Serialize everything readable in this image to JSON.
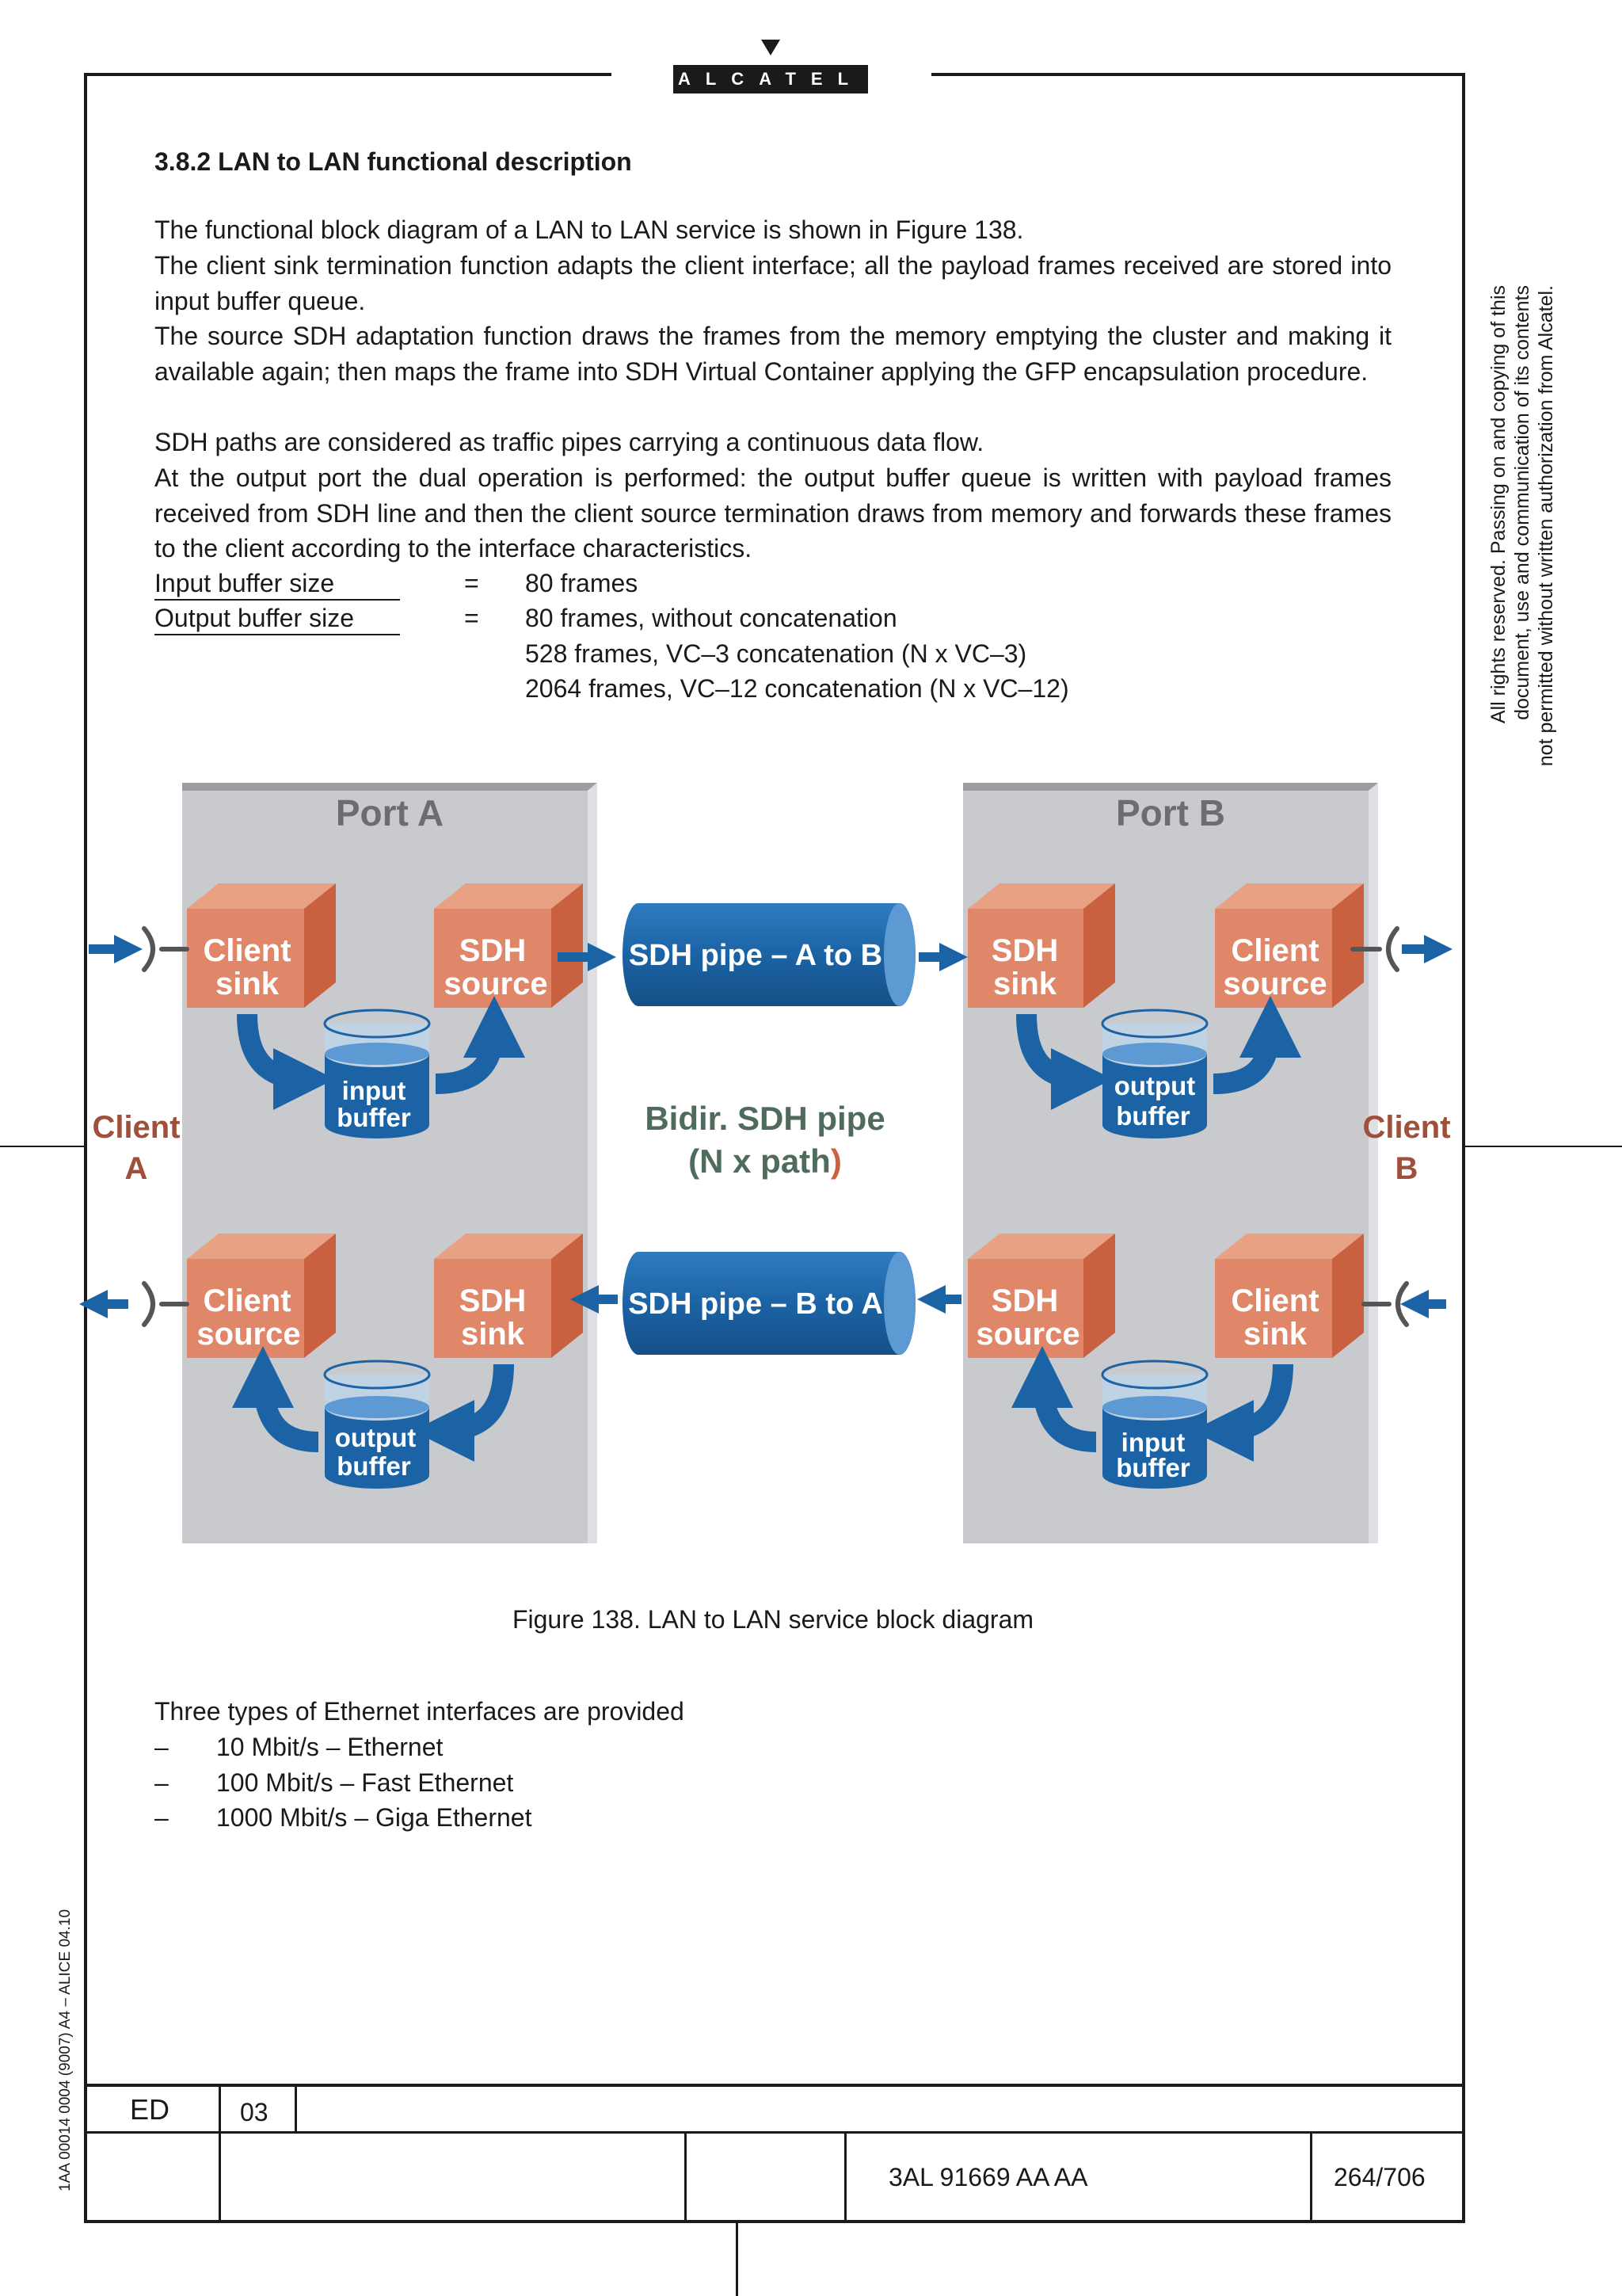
{
  "logo": "ALCATEL",
  "section": {
    "heading": "3.8.2  LAN to LAN functional description",
    "paragraphs": [
      "The functional block diagram of a LAN to LAN service is shown in Figure 138.",
      "The client sink termination function adapts the client interface; all the payload frames received are stored into input buffer queue.",
      "The source SDH adaptation function draws the frames from the memory emptying the cluster and making it available again; then maps the frame into SDH Virtual Container applying the GFP encapsulation procedure.",
      "SDH paths are considered as traffic pipes carrying a continuous data flow.",
      "At the output port the dual operation is performed: the output buffer queue is written with payload frames received from SDH line and then the client source termination draws from memory and forwards these frames to the client according to the interface characteristics."
    ],
    "buffer_sizes": {
      "input_label": "Input buffer size",
      "output_label": "Output buffer size",
      "equals": "=",
      "input_value": "80 frames",
      "output_values": [
        "80 frames, without concatenation",
        "528 frames, VC–3 concatenation (N x VC–3)",
        "2064 frames, VC–12 concatenation (N x VC–12)"
      ]
    }
  },
  "diagram": {
    "port_a": "Port A",
    "port_b": "Port B",
    "client_a": [
      "Client",
      "A"
    ],
    "client_b": [
      "Client",
      "B"
    ],
    "center_label": [
      "Bidir. SDH pipe",
      "(N x path",
      ")"
    ],
    "pipe_a_to_b": "SDH pipe – A to B",
    "pipe_b_to_a": "SDH pipe – B to A",
    "blocks": {
      "a_client_sink": [
        "Client",
        "sink"
      ],
      "a_sdh_source": [
        "SDH",
        "source"
      ],
      "a_client_source": [
        "Client",
        "source"
      ],
      "a_sdh_sink": [
        "SDH",
        "sink"
      ],
      "b_sdh_sink": [
        "SDH",
        "sink"
      ],
      "b_client_source": [
        "Client",
        "source"
      ],
      "b_sdh_source": [
        "SDH",
        "source"
      ],
      "b_client_sink": [
        "Client",
        "sink"
      ]
    },
    "buffers": {
      "a_top": [
        "input",
        "buffer"
      ],
      "a_bottom": [
        "output",
        "buffer"
      ],
      "b_top": [
        "output",
        "buffer"
      ],
      "b_bottom": [
        "input",
        "buffer"
      ]
    },
    "colors": {
      "port_bg": "#c9cacd",
      "block_face": "#e0876a",
      "block_top": "#e8a183",
      "block_side": "#c9603f",
      "blue": "#1b63a5",
      "client_text": "#a0503a",
      "center_text": "#4e6b5c"
    }
  },
  "caption": "Figure 138. LAN to LAN service block diagram",
  "interfaces": {
    "intro": "Three types of Ethernet interfaces are provided",
    "dash": "–",
    "items": [
      "10 Mbit/s – Ethernet",
      "100 Mbit/s – Fast Ethernet",
      "1000 Mbit/s – Giga Ethernet"
    ]
  },
  "side_note": [
    "All rights reserved. Passing on and copying of this",
    "document, use and communication of its contents",
    "not permitted without written authorization from Alcatel."
  ],
  "margin_code": "1AA 00014 0004 (9007) A4 – ALICE 04.10",
  "footer": {
    "ed_label": "ED",
    "ed_value": "03",
    "doc_number": "3AL 91669 AA  AA",
    "page": "264/706"
  }
}
